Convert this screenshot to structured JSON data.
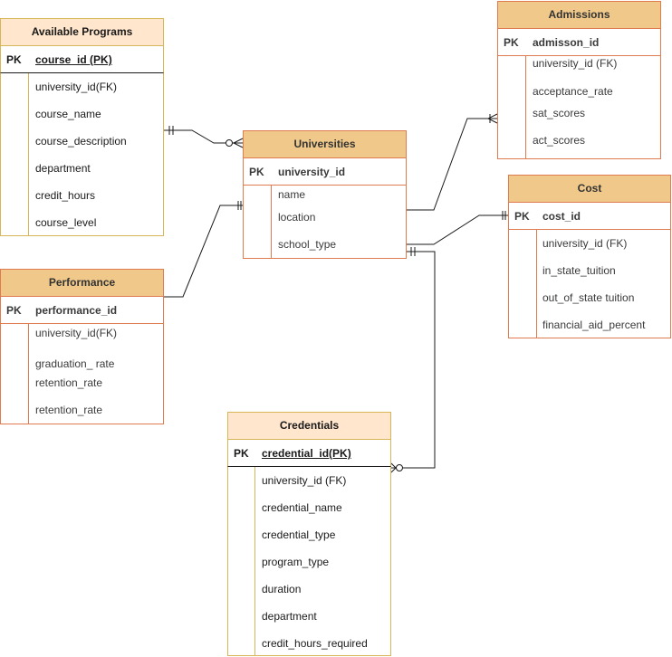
{
  "entities": {
    "available_programs": {
      "title": "Available Programs",
      "pk_label": "PK",
      "pk_field": "course_id (PK)",
      "fields": [
        "university_id(FK)",
        "course_name",
        "course_description",
        "department",
        "credit_hours",
        "course_level"
      ]
    },
    "universities": {
      "title": "Universities",
      "pk_label": "PK",
      "pk_field": "university_id",
      "fields": [
        "name",
        "location",
        "school_type"
      ]
    },
    "admissions": {
      "title": "Admissions",
      "pk_label": "PK",
      "pk_field": "admisson_id",
      "fields": [
        "university_id (FK)",
        "acceptance_rate",
        "sat_scores",
        "act_scores"
      ]
    },
    "cost": {
      "title": "Cost",
      "pk_label": "PK",
      "pk_field": "cost_id",
      "fields": [
        "university_id (FK)",
        "in_state_tuition",
        "out_of_state tuition",
        "financial_aid_percent"
      ]
    },
    "performance": {
      "title": "Performance",
      "pk_label": "PK",
      "pk_field": "performance_id",
      "fields": [
        "university_id(FK)",
        "graduation_ rate",
        "retention_rate",
        "retention_rate"
      ]
    },
    "credentials": {
      "title": "Credentials",
      "pk_label": "PK",
      "pk_field": "credential_id(PK)",
      "fields": [
        "university_id (FK)",
        "credential_name",
        "credential_type",
        "program_type",
        "duration",
        "department",
        "credit_hours_required"
      ]
    }
  },
  "colors": {
    "yellow_fill": "#ffe6cc",
    "yellow_stroke": "#d6b656",
    "orange_fill": "#f0c98a",
    "orange_stroke": "#e07b4f",
    "line": "#1a1a1a"
  }
}
